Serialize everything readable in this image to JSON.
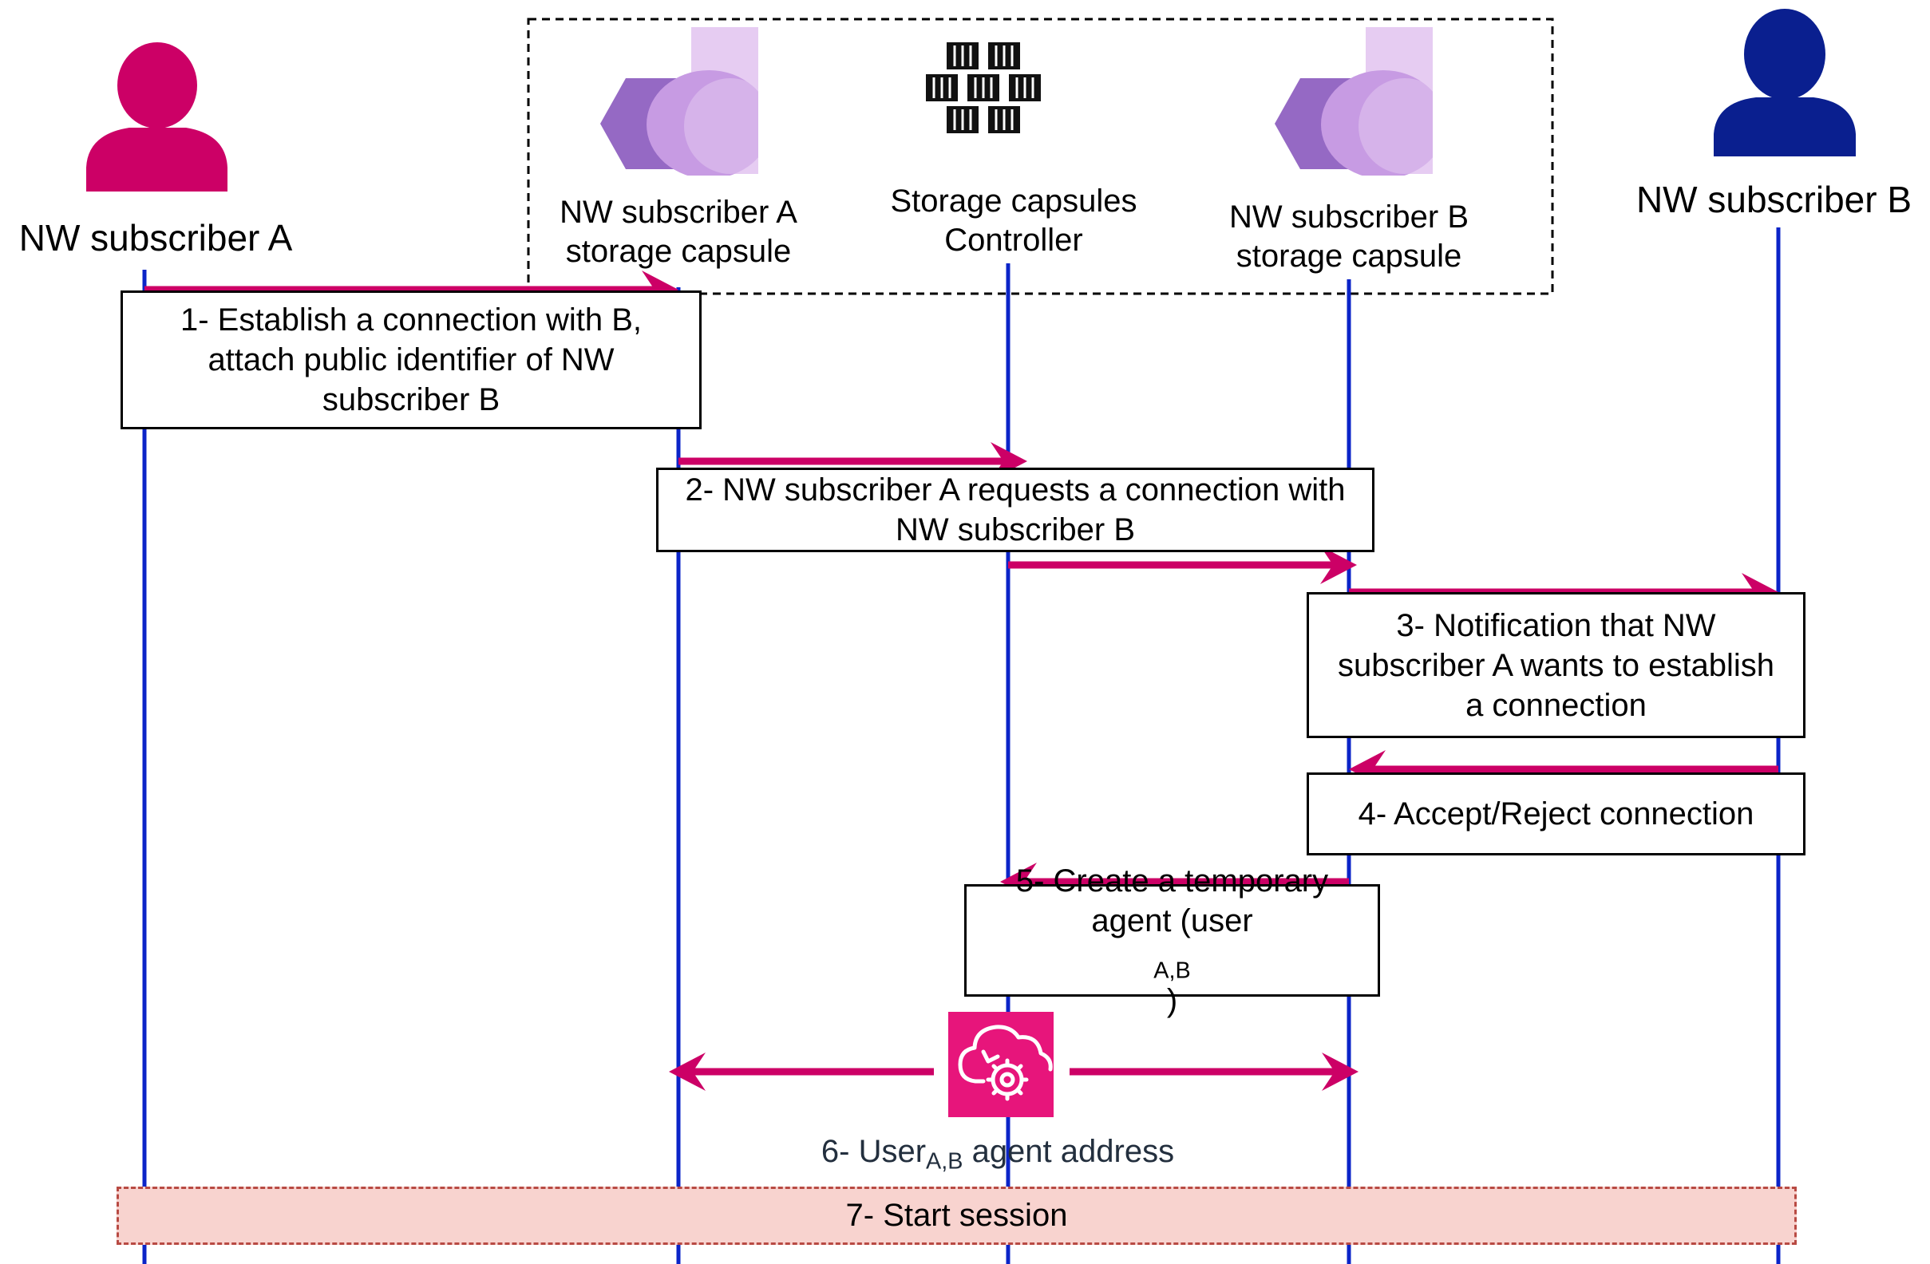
{
  "colors": {
    "lifeline": "#0b24c8",
    "message_arrow": "#cc0066",
    "actor_a": "#cc0066",
    "actor_b": "#0a1f8f",
    "capsule_light": "#e6ccf2",
    "capsule_mid": "#c79be3",
    "capsule_dark": "#9569c4",
    "agent_icon_bg": "#e7157b",
    "session_fill": "#f8d3cf",
    "session_border": "#b84a43"
  },
  "participants": {
    "subscriber_a": {
      "label": "NW subscriber A",
      "icon": "user-icon"
    },
    "capsule_a": {
      "line1": "NW subscriber A",
      "line2": "storage capsule",
      "icon": "storage-capsule-icon"
    },
    "controller": {
      "line1": "Storage capsules",
      "line2": "Controller",
      "icon": "containers-cluster-icon"
    },
    "capsule_b": {
      "line1": "NW subscriber B",
      "line2": "storage capsule",
      "icon": "storage-capsule-icon"
    },
    "subscriber_b": {
      "label": "NW subscriber B",
      "icon": "user-icon"
    }
  },
  "steps": {
    "s1": [
      "1- Establish a connection with B,",
      "attach public identifier of NW",
      "subscriber B"
    ],
    "s2": [
      "2- NW subscriber A requests a connection with",
      "NW subscriber B"
    ],
    "s3": [
      "3- Notification that NW",
      "subscriber A wants to establish",
      "a connection"
    ],
    "s4": [
      "4- Accept/Reject connection"
    ],
    "s5": {
      "line1": "5- Create a temporary",
      "line2_prefix": "agent (user",
      "line2_sub": "A,B",
      "line2_suffix": ")"
    },
    "s6": {
      "prefix": "6- User",
      "sub": "A,B",
      "suffix": " agent address",
      "icon": "cloud-gear-agent-icon"
    },
    "s7": "7- Start session"
  }
}
